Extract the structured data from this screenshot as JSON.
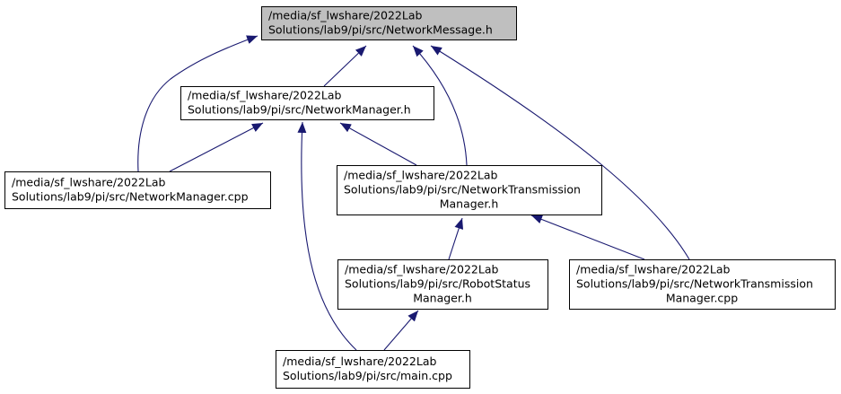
{
  "graph": {
    "colors": {
      "edge": "#191970",
      "node_border": "#000000",
      "node_fill": "#ffffff",
      "focus_fill": "#bfbfbf",
      "text": "#000000"
    },
    "nodes": [
      {
        "id": "network-message-h",
        "lines": [
          "/media/sf_lwshare/2022Lab",
          "Solutions/lab9/pi/src/NetworkMessage.h"
        ],
        "align": "left",
        "focus": true
      },
      {
        "id": "network-manager-h",
        "lines": [
          "/media/sf_lwshare/2022Lab",
          "Solutions/lab9/pi/src/NetworkManager.h"
        ],
        "align": "left",
        "focus": false
      },
      {
        "id": "network-manager-cpp",
        "lines": [
          "/media/sf_lwshare/2022Lab",
          "Solutions/lab9/pi/src/NetworkManager.cpp"
        ],
        "align": "left",
        "focus": false
      },
      {
        "id": "network-transmission-manager-h",
        "lines": [
          "/media/sf_lwshare/2022Lab",
          "Solutions/lab9/pi/src/NetworkTransmission",
          "Manager.h"
        ],
        "align": "mixed",
        "focus": false
      },
      {
        "id": "robot-status-manager-h",
        "lines": [
          "/media/sf_lwshare/2022Lab",
          "Solutions/lab9/pi/src/RobotStatus",
          "Manager.h"
        ],
        "align": "mixed",
        "focus": false
      },
      {
        "id": "network-transmission-manager-cpp",
        "lines": [
          "/media/sf_lwshare/2022Lab",
          "Solutions/lab9/pi/src/NetworkTransmission",
          "Manager.cpp"
        ],
        "align": "mixed",
        "focus": false
      },
      {
        "id": "main-cpp",
        "lines": [
          "/media/sf_lwshare/2022Lab",
          "Solutions/lab9/pi/src/main.cpp"
        ],
        "align": "left",
        "focus": false
      }
    ],
    "edges": [
      {
        "from": "network-manager-h",
        "to": "network-message-h"
      },
      {
        "from": "network-manager-cpp",
        "to": "network-message-h"
      },
      {
        "from": "network-transmission-manager-h",
        "to": "network-message-h"
      },
      {
        "from": "network-transmission-manager-cpp",
        "to": "network-message-h"
      },
      {
        "from": "network-manager-cpp",
        "to": "network-manager-h"
      },
      {
        "from": "network-transmission-manager-h",
        "to": "network-manager-h"
      },
      {
        "from": "main-cpp",
        "to": "network-manager-h"
      },
      {
        "from": "robot-status-manager-h",
        "to": "network-transmission-manager-h"
      },
      {
        "from": "network-transmission-manager-cpp",
        "to": "network-transmission-manager-h"
      },
      {
        "from": "main-cpp",
        "to": "robot-status-manager-h"
      }
    ]
  }
}
